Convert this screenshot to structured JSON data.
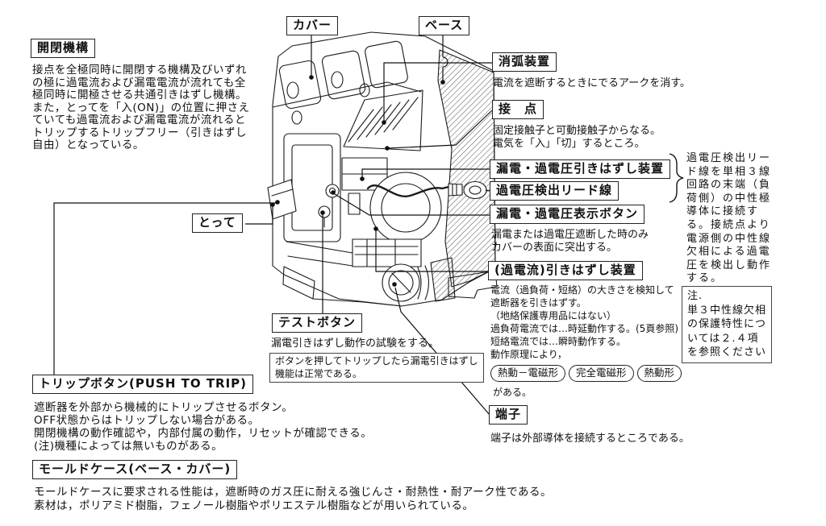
{
  "mechanism": {
    "title": "開閉機構",
    "lines": [
      "接点を全極同時に開閉する機構及びいずれ",
      "の極に過電流および漏電電流が流れても全",
      "極同時に開極させる共通引きはずし機構。",
      "また，とってを「入(ON)」の位置に押さえ",
      "ていても過電流および漏電電流が流れると",
      "トリップするトリップフリー（引きはずし",
      "自由）となっている。"
    ]
  },
  "cover": {
    "label": "カバー"
  },
  "base": {
    "label": "ベース"
  },
  "handle": {
    "label": "とって"
  },
  "arc_extinguisher": {
    "title": "消弧装置",
    "desc": "電流を遮断するときにでるアークを消す。"
  },
  "contacts": {
    "title": "接　点",
    "lines": [
      "固定接触子と可動接触子からなる。",
      "電気を「入」「切」するところ。"
    ]
  },
  "elcb_trip": {
    "title": "漏電・過電圧引きはずし装置"
  },
  "lead_wire": {
    "title": "過電圧検出リード線"
  },
  "indicator_button": {
    "title": "漏電・過電圧表示ボタン",
    "lines": [
      "漏電または過電圧遮断した時のみ",
      "カバーの表面に突出する。"
    ]
  },
  "oc_trip": {
    "title": "(過電流)引きはずし装置",
    "lines": [
      "電流（過負荷・短絡）の大きさを検知して",
      "遮断器を引きはずす。",
      "（地絡保護専用品にはない）",
      "過負荷電流では…時延動作する。(5頁参照)",
      "短絡電流では…瞬時動作する。",
      "動作原理により，"
    ],
    "pills": [
      "熱動－電磁形",
      "完全電磁形",
      "熱動形"
    ],
    "suffix": "がある。"
  },
  "terminal": {
    "title": "端子",
    "desc": "端子は外部導体を接続するところである。"
  },
  "test_button": {
    "title": "テストボタン",
    "desc": "漏電引きはずし動作の試験をする。",
    "note_lines": [
      "ボタンを押してトリップしたら漏電引きはずし",
      "機能は正常である。"
    ]
  },
  "trip_button": {
    "title": "トリップボタン(PUSH TO TRIP)",
    "lines": [
      "遮断器を外部から機械的にトリップさせるボタン。",
      "OFF状態からはトリップしない場合がある。",
      "開閉機構の動作確認や，内部付属の動作，リセットが確認できる。",
      "(注)機種によっては無いものがある。"
    ]
  },
  "molded_case": {
    "title": "モールドケース(ベース・カバー)",
    "lines": [
      "モールドケースに要求される性能は，遮断時のガス圧に耐える強じんさ・耐熱性・耐アーク性である。",
      "素材は，ポリアミド樹脂，フェノール樹脂やポリエステル樹脂などが用いられている。"
    ]
  },
  "side_note": {
    "lines": [
      "過電圧検出リー",
      "ド線を単相３線",
      "回路の末端（負",
      "荷側）の中性極",
      "導体に接続す",
      "る。接続点より",
      "電源側の中性線",
      "欠相による過電",
      "圧を検出し動作",
      "する。"
    ],
    "box_lines": [
      "注.",
      "単３中性線欠相",
      "の保護特性につ",
      "いては２.４項",
      "を参照ください"
    ]
  }
}
